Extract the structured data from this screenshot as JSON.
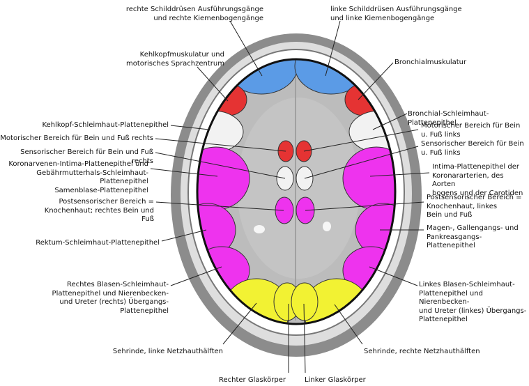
{
  "labels": {
    "top_left": "rechte Schilddrüsen Ausführungsgänge\nund rechte Kiemenbogengänge",
    "top_right": "linke Schilddrüsen Ausführungsgänge\nund linke Kiemenbogengänge",
    "larynx_muscle": "Kehlkopfmuskulatur und\nmotorisches Sprachzentrum",
    "bronchial_muscle": "Bronchialmuskulatur",
    "larynx_mucosa": "Kehlkopf-Schleimhaut-Plattenepithel",
    "bronchial_mucosa": "Bronchial-Schleimhaut-Plattenepithel",
    "motor_right": "Motorischer Bereich für Bein und Fuß rechts",
    "motor_left": "Motorischer Bereich für Bein\nu. Fuß links",
    "sensory_right": "Sensorischer Bereich für Bein und Fuß rechts",
    "sensory_left": "Sensorischer Bereich für Bein\nu. Fuß links",
    "coronary_veins": "Koronarvenen-Intima-Plattenepithel und\nGebährmutterhals-Schleimhaut-Plattenepithel\nSamenblase-Plattenepithel",
    "intima_arteries": "Intima-Plattenepithel der\nKoronararterien, des Aorten\nbogens und der Carotiden",
    "postsensory_right": "Postsensorischer Bereich =\nKnochenhaut; rechtes Bein und Fuß",
    "postsensory_left": "Postsensorischer Bereich =\nKnochenhaut, linkes\nBein und Fuß",
    "rectum": "Rektum-Schleimhaut-Plattenepithel",
    "stomach": "Magen-, Gallengangs- und\nPankreasgangs-Plattenepithel",
    "bladder_right": "Rechtes Blasen-Schleimhaut-\nPlattenepithel und Nierenbecken-\nund Ureter (rechts) Übergangs-\nPlattenepithel",
    "bladder_left": "Linkes Blasen-Schleimhaut-\nPlattenepithel und Nierenbecken-\nund Ureter (linkes) Übergangs-\nPlattenepithel",
    "visual_left": "Sehrinde, linke Netzhauthälften",
    "visual_right": "Sehrinde, rechte Netzhauthälften",
    "vitreous_right": "Rechter Glaskörper",
    "vitreous_left": "Linker Glaskörper"
  },
  "colors": {
    "blue": "#5b9be6",
    "red": "#e53333",
    "white_area": "#f2f2f2",
    "magenta": "#ee33ee",
    "yellow": "#f2f233",
    "brain": "#bdbdbd",
    "skull": "#8a8a8a"
  }
}
